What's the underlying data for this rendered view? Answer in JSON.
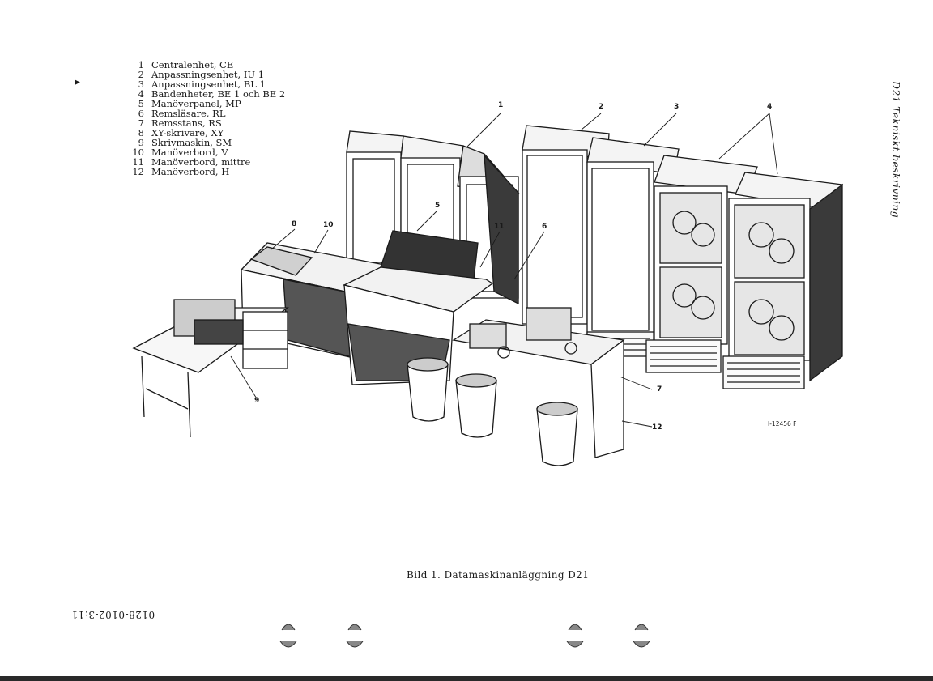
{
  "legend": [
    {
      "num": "1",
      "label": "Centralenhet, CE"
    },
    {
      "num": "2",
      "label": "Anpassningsenhet, IU 1"
    },
    {
      "num": "3",
      "label": "Anpassningsenhet, BL 1"
    },
    {
      "num": "4",
      "label": "Bandenheter, BE 1 och BE 2"
    },
    {
      "num": "5",
      "label": "Manöverpanel, MP"
    },
    {
      "num": "6",
      "label": "Remsläsare, RL"
    },
    {
      "num": "7",
      "label": "Remsstans, RS"
    },
    {
      "num": "8",
      "label": "XY-skrivare, XY"
    },
    {
      "num": "9",
      "label": "Skrivmaskin, SM"
    },
    {
      "num": "10",
      "label": "Manöverbord, V"
    },
    {
      "num": "11",
      "label": "Manöverbord, mittre"
    },
    {
      "num": "12",
      "label": "Manöverbord, H"
    }
  ],
  "side_title": "D21 Tekniskt beskrivning",
  "caption": "Bild 1. Datamaskinanläggning D21",
  "doc_number": "0128-0102-3:11",
  "figure_ref": "I-12456 F",
  "callouts": [
    "1",
    "2",
    "3",
    "4",
    "5",
    "6",
    "7",
    "8",
    "9",
    "10",
    "11",
    "12"
  ],
  "illustration": "computer-installation-drawing"
}
